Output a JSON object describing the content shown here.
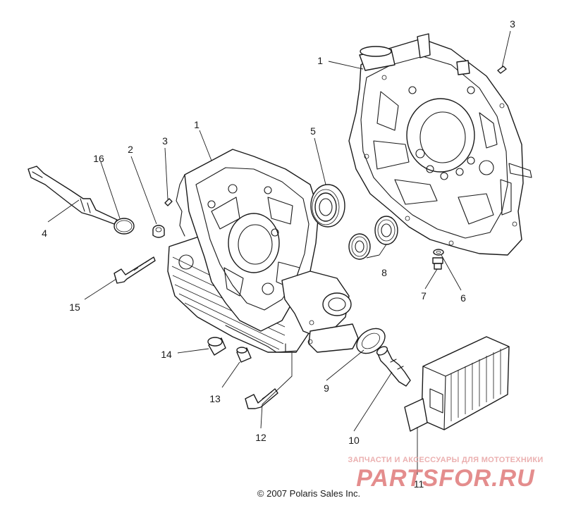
{
  "diagram": {
    "callouts": {
      "c1_right": "1",
      "c1_left": "1",
      "c2": "2",
      "c3_left": "3",
      "c3_right": "3",
      "c4": "4",
      "c5": "5",
      "c6": "6",
      "c7": "7",
      "c8": "8",
      "c9": "9",
      "c10": "10",
      "c11": "11",
      "c12": "12",
      "c13": "13",
      "c14": "14",
      "c15": "15",
      "c16": "16"
    }
  },
  "watermark": {
    "tagline": "ЗАПЧАСТИ И АКСЕССУАРЫ ДЛЯ МОТОТЕХНИКИ",
    "brand": "PARTSFOR.RU"
  },
  "footer": {
    "copyright": "© 2007 Polaris Sales Inc."
  }
}
